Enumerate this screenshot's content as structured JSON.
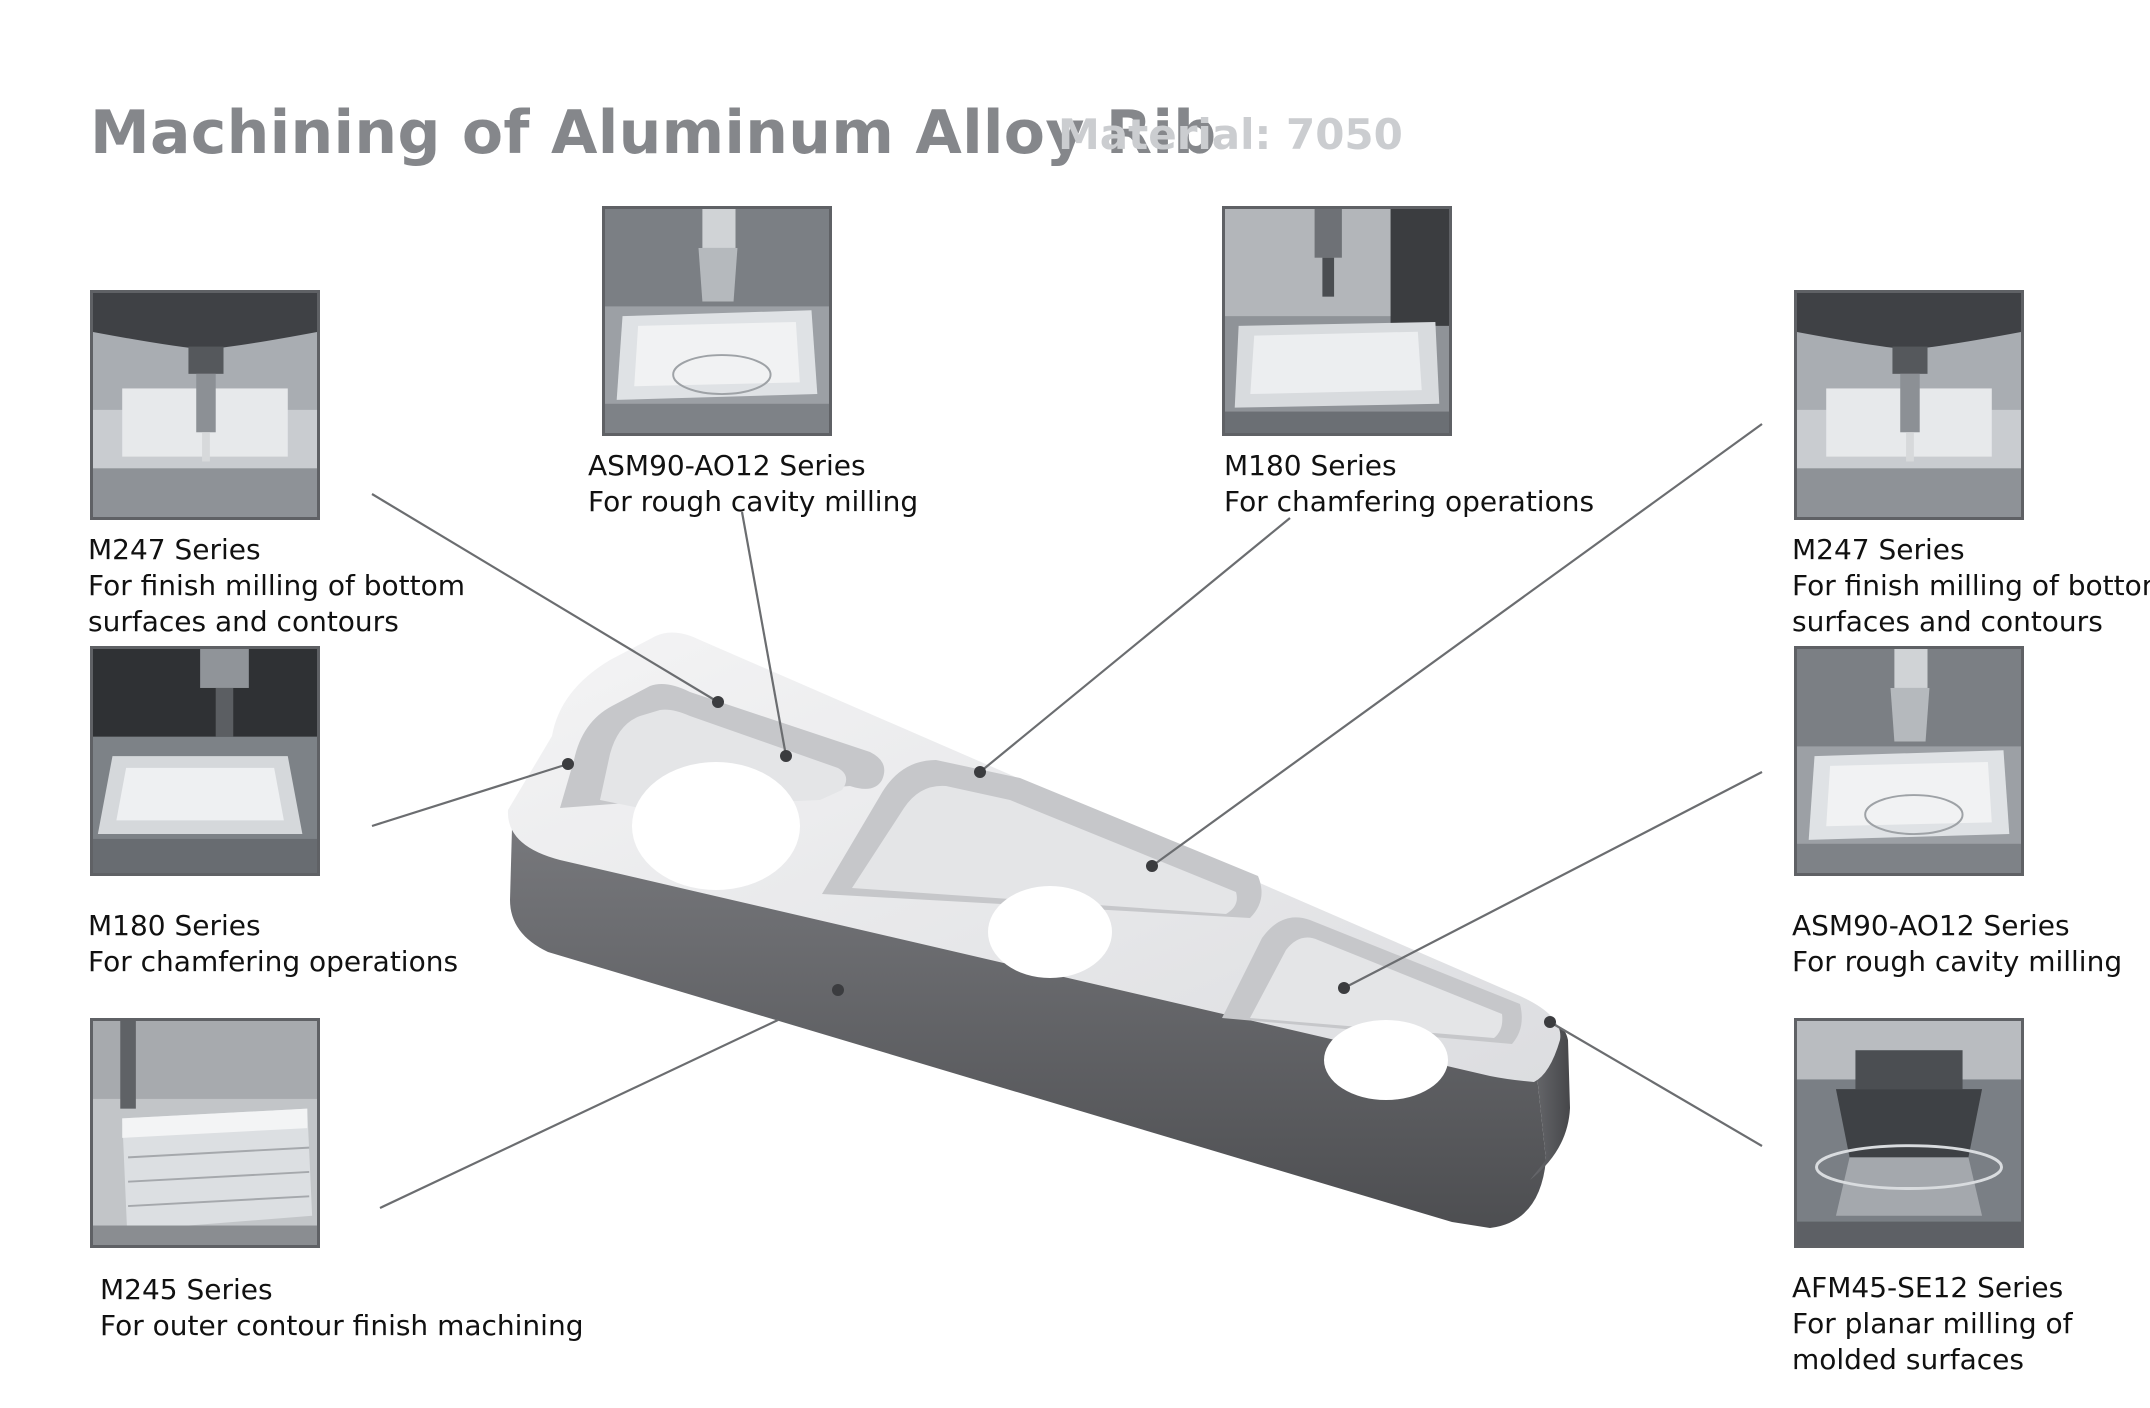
{
  "title": "Machining of Aluminum Alloy Rib",
  "subtitle": "Material: 7050",
  "callouts": [
    {
      "id": "left-1",
      "series": "M247 Series",
      "desc": [
        "For finish milling of bottom",
        "surfaces and contours"
      ],
      "photo": "spindle-finish-milling"
    },
    {
      "id": "left-2",
      "series": "M180 Series",
      "desc": [
        "For chamfering operations"
      ],
      "photo": "chamfer-tool-cavity"
    },
    {
      "id": "left-3",
      "series": "M245 Series",
      "desc": [
        "For outer contour finish machining"
      ],
      "photo": "contour-endmill-block"
    },
    {
      "id": "top-1",
      "series": "ASM90-AO12 Series",
      "desc": [
        "For rough cavity milling"
      ],
      "photo": "indexable-cutter-cavity"
    },
    {
      "id": "top-2",
      "series": "M180 Series",
      "desc": [
        "For chamfering operations"
      ],
      "photo": "chamfer-tool-pocket"
    },
    {
      "id": "right-1",
      "series": "M247 Series",
      "desc": [
        "For finish milling of bottom",
        "surfaces and contours"
      ],
      "photo": "spindle-finish-milling"
    },
    {
      "id": "right-2",
      "series": "ASM90-AO12 Series",
      "desc": [
        "For rough cavity milling"
      ],
      "photo": "indexable-cutter-cavity"
    },
    {
      "id": "right-3",
      "series": "AFM45-SE12 Series",
      "desc": [
        "For planar milling of",
        "molded surfaces"
      ],
      "photo": "face-mill-surface"
    }
  ],
  "colors": {
    "title": "#85878b",
    "subtitle": "#cbcdd0",
    "leader": "#6b6d70",
    "part_top": "#e9eaeb",
    "part_side": "#5f6063",
    "part_pocket": "#d7d8da"
  }
}
